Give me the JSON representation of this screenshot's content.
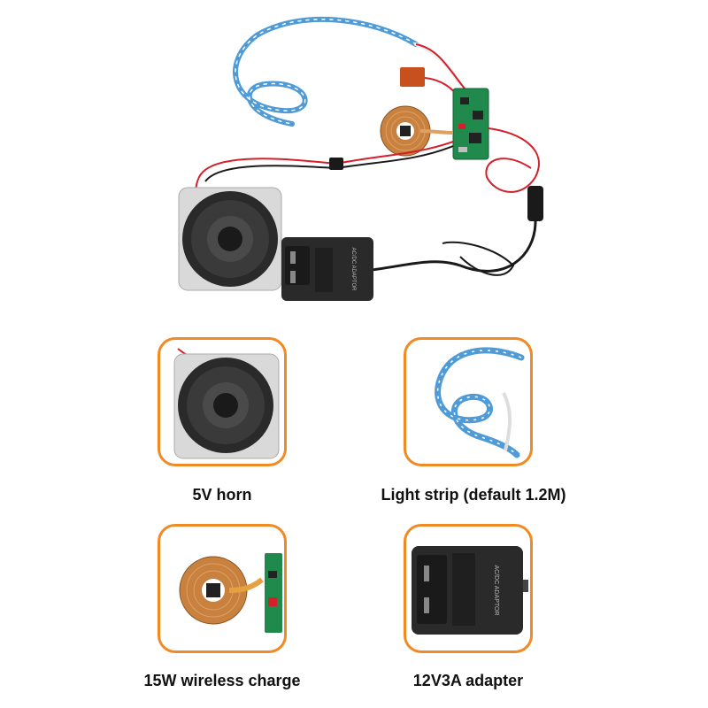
{
  "colors": {
    "tile_border": "#ef8a25",
    "caption_text": "#111111",
    "wire_red": "#d4202a",
    "wire_black": "#1a1a1a",
    "pcb_green": "#1f8a4c",
    "strip_blue": "#4f9bd8",
    "coil_copper": "#c8813f"
  },
  "products": [
    {
      "id": "horn",
      "caption": "5V horn",
      "icon": "speaker-icon"
    },
    {
      "id": "strip",
      "caption": "Light strip (default 1.2M)",
      "icon": "led-strip-icon"
    },
    {
      "id": "charger",
      "caption": "15W wireless charge",
      "icon": "wireless-coil-icon"
    },
    {
      "id": "adapter",
      "caption": "12V3A adapter",
      "icon": "power-adapter-icon"
    }
  ],
  "adapter_label": "AC/DC ADAPTOR"
}
